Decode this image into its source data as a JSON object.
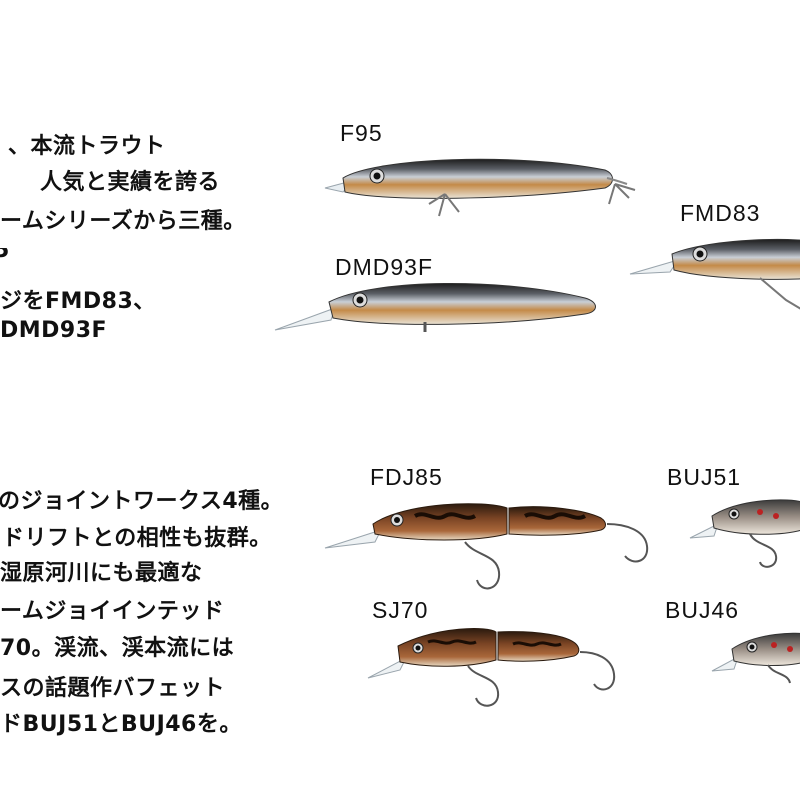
{
  "section1": {
    "lines": [
      "、本流トラウト",
      "人気と実績を誇る",
      "ームシリーズから三種。",
      "5",
      "ジをFMD83、",
      "DMD93F"
    ]
  },
  "section2": {
    "lines": [
      "のジョイントワークス4種。",
      "ドリフトとの相性も抜群。",
      "湿原河川にも最適な",
      "ームジョイインテッド",
      "70。渓流、渓本流には",
      "スの話題作バフェット",
      "ドBUJ51とBUJ46を。"
    ]
  },
  "lures": [
    {
      "name": "F95",
      "color": "#b77a3e"
    },
    {
      "name": "FMD83",
      "color": "#c9823f"
    },
    {
      "name": "DMD93F",
      "color": "#b58a52"
    },
    {
      "name": "FDJ85",
      "color": "#6e3a1d"
    },
    {
      "name": "BUJ51",
      "color": "#8a6f5c"
    },
    {
      "name": "SJ70",
      "color": "#6b3a20"
    },
    {
      "name": "BUJ46",
      "color": "#8a6f5c"
    }
  ]
}
